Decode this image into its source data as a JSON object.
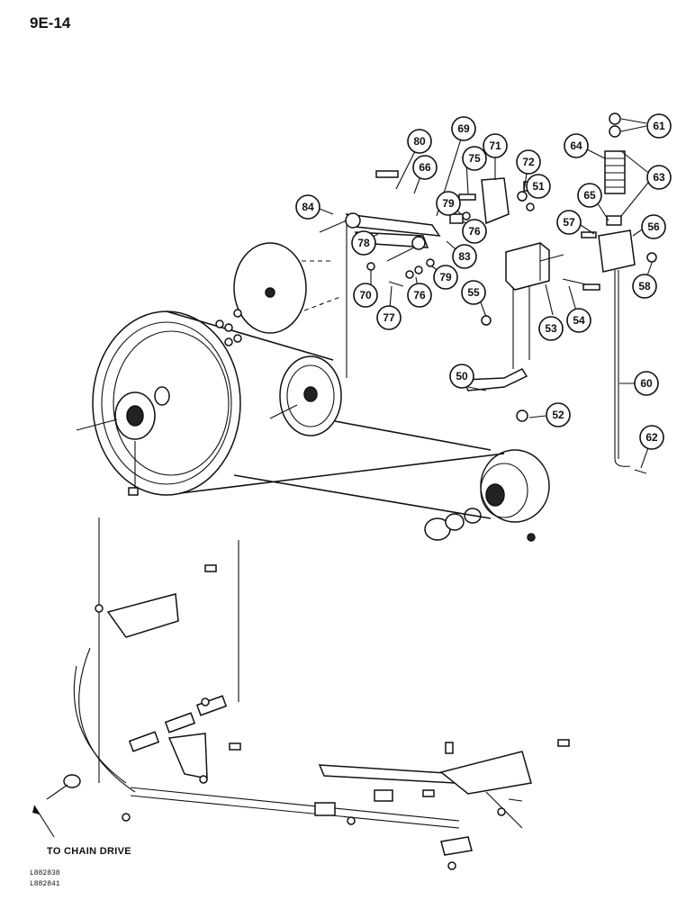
{
  "page": {
    "number": "9E-14"
  },
  "labels": {
    "to_chain_drive": "TO CHAIN DRIVE"
  },
  "reference_codes": [
    "L882838",
    "L882841"
  ],
  "callouts": [
    "50",
    "51",
    "52",
    "53",
    "54",
    "55",
    "56",
    "57",
    "58",
    "60",
    "61",
    "62",
    "63",
    "64",
    "65",
    "66",
    "69",
    "70",
    "71",
    "72",
    "75",
    "76",
    "76",
    "76",
    "77",
    "78",
    "79",
    "79",
    "80",
    "83",
    "84"
  ]
}
